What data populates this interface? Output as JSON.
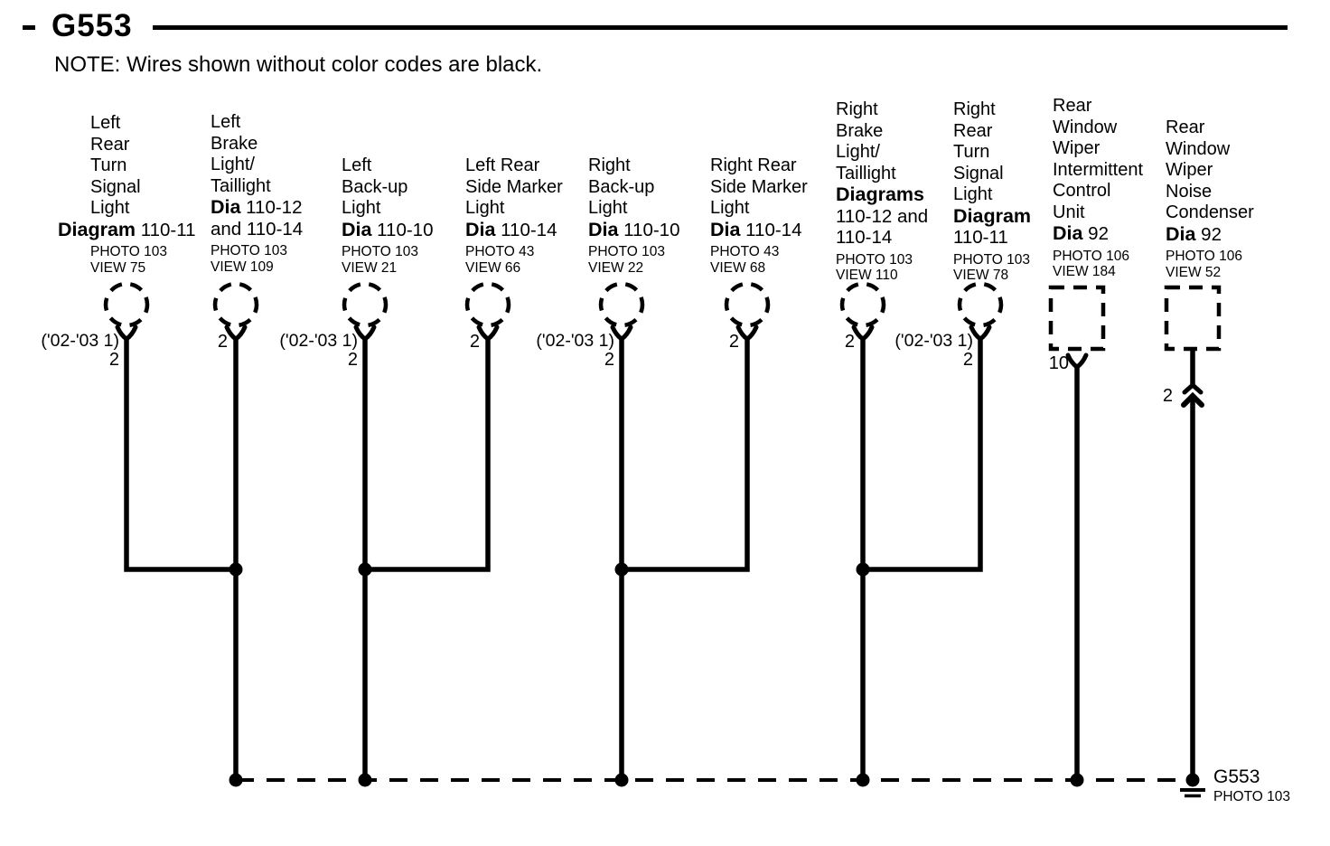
{
  "title": "G553",
  "note": "NOTE: Wires shown without color codes are black.",
  "colors": {
    "ink": "#000000",
    "paper": "#ffffff"
  },
  "ground": {
    "label": "G553",
    "photo": "PHOTO 103"
  },
  "components": [
    {
      "label_lines": [
        "Left",
        "Rear",
        "Turn",
        "Signal",
        "Light"
      ],
      "dia_lines": [
        {
          "b": "Diagram",
          "r": "110-11"
        }
      ],
      "photo": "PHOTO 103",
      "view": "VIEW 75",
      "year_note": "('02-'03 1)",
      "pin": "2",
      "symbol": "circle"
    },
    {
      "label_lines": [
        "Left",
        "Brake",
        "Light/",
        "Taillight"
      ],
      "dia_lines": [
        {
          "b": "Dia",
          "r": "110-12"
        },
        {
          "b": "",
          "r": "and 110-14"
        }
      ],
      "photo": "PHOTO 103",
      "view": "VIEW 109",
      "year_note": "",
      "pin": "2",
      "symbol": "circle"
    },
    {
      "label_lines": [
        "Left",
        "Back-up",
        "Light"
      ],
      "dia_lines": [
        {
          "b": "Dia",
          "r": "110-10"
        }
      ],
      "photo": "PHOTO 103",
      "view": "VIEW 21",
      "year_note": "('02-'03 1)",
      "pin": "2",
      "symbol": "circle"
    },
    {
      "label_lines": [
        "Left Rear",
        "Side Marker",
        "Light"
      ],
      "dia_lines": [
        {
          "b": "Dia",
          "r": "110-14"
        }
      ],
      "photo": "PHOTO 43",
      "view": "VIEW 66",
      "year_note": "",
      "pin": "2",
      "symbol": "circle"
    },
    {
      "label_lines": [
        "Right",
        "Back-up",
        "Light"
      ],
      "dia_lines": [
        {
          "b": "Dia",
          "r": "110-10"
        }
      ],
      "photo": "PHOTO 103",
      "view": "VIEW 22",
      "year_note": "('02-'03 1)",
      "pin": "2",
      "symbol": "circle"
    },
    {
      "label_lines": [
        "Right Rear",
        "Side Marker",
        "Light"
      ],
      "dia_lines": [
        {
          "b": "Dia",
          "r": "110-14"
        }
      ],
      "photo": "PHOTO 43",
      "view": "VIEW 68",
      "year_note": "",
      "pin": "2",
      "symbol": "circle"
    },
    {
      "label_lines": [
        "Right",
        "Brake",
        "Light/",
        "Taillight"
      ],
      "dia_lines": [
        {
          "b": "Diagrams",
          "r": ""
        },
        {
          "b": "",
          "r": "110-12 and"
        },
        {
          "b": "",
          "r": "110-14"
        }
      ],
      "photo": "PHOTO 103",
      "view": "VIEW 110",
      "year_note": "",
      "pin": "2",
      "symbol": "circle"
    },
    {
      "label_lines": [
        "Right",
        "Rear",
        "Turn",
        "Signal",
        "Light"
      ],
      "dia_lines": [
        {
          "b": "Diagram",
          "r": ""
        },
        {
          "b": "",
          "r": "110-11"
        }
      ],
      "photo": "PHOTO 103",
      "view": "VIEW 78",
      "year_note": "('02-'03 1)",
      "pin": "2",
      "symbol": "circle"
    },
    {
      "label_lines": [
        "Rear",
        "Window",
        "Wiper",
        "Intermittent",
        "Control",
        "Unit"
      ],
      "dia_lines": [
        {
          "b": "Dia",
          "r": "92"
        }
      ],
      "photo": "PHOTO 106",
      "view": "VIEW 184",
      "year_note": "",
      "pin": "10",
      "symbol": "box"
    },
    {
      "label_lines": [
        "Rear",
        "Window",
        "Wiper",
        "Noise",
        "Condenser"
      ],
      "dia_lines": [
        {
          "b": "Dia",
          "r": "92"
        }
      ],
      "photo": "PHOTO 106",
      "view": "VIEW 52",
      "year_note": "",
      "pin": "2",
      "symbol": "box"
    }
  ]
}
